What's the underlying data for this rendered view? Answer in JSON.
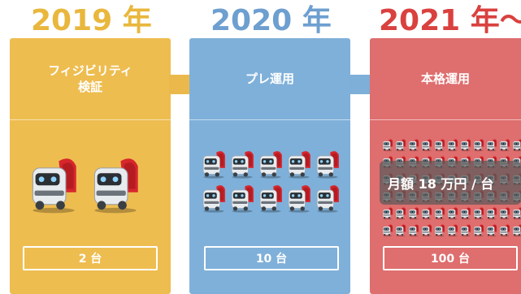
{
  "columns": [
    {
      "year": "2019 年",
      "stage": "フィジビリティ\n検証",
      "count": "2 台"
    },
    {
      "year": "2020 年",
      "stage": "プレ運用",
      "count": "10 台"
    },
    {
      "year": "2021 年〜",
      "stage": "本格運用",
      "count": "100 台"
    }
  ],
  "price_label": "月額 18 万円 / 台",
  "colors": {
    "yellow": "#eebd50",
    "blue": "#7fb0d9",
    "red": "#df6e6e",
    "year_yellow": "#e9b73d",
    "year_blue": "#6d9fd0",
    "year_red": "#d9413f",
    "arrow_yellow": "#ebb94b",
    "arrow_blue": "#7eafd8"
  },
  "icons": [
    "robot-icon"
  ]
}
